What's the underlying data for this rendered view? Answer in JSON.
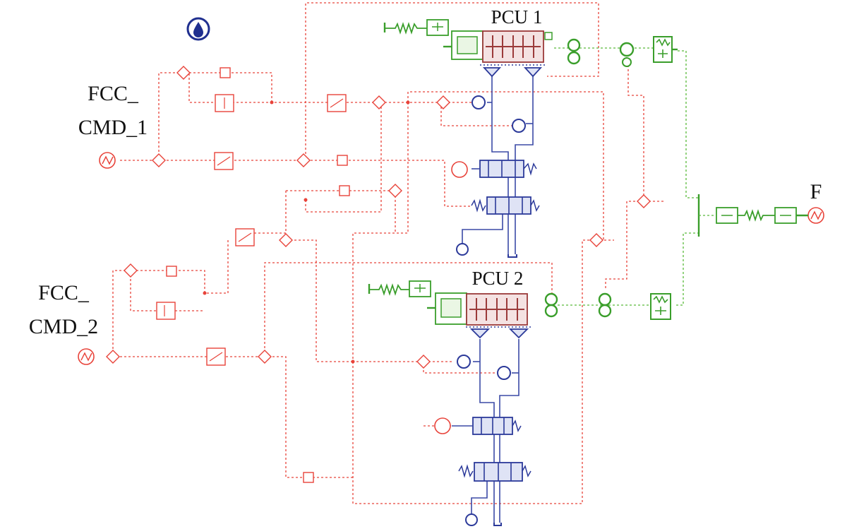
{
  "labels": {
    "pcu1": "PCU 1",
    "pcu2": "PCU 2",
    "cmd1_line1": "FCC_",
    "cmd1_line2": "CMD_1",
    "cmd2_line1": "FCC_",
    "cmd2_line2": "CMD_2",
    "force": "F"
  },
  "icons": {
    "fluid": "water-drop-icon"
  },
  "colors": {
    "signal": "#e8433a",
    "hydraulic": "#3b4aa6",
    "mechanical": "#3a9e2b",
    "actuator_body": "#9b3a3a",
    "fluid_icon": "#1f2f8f"
  }
}
